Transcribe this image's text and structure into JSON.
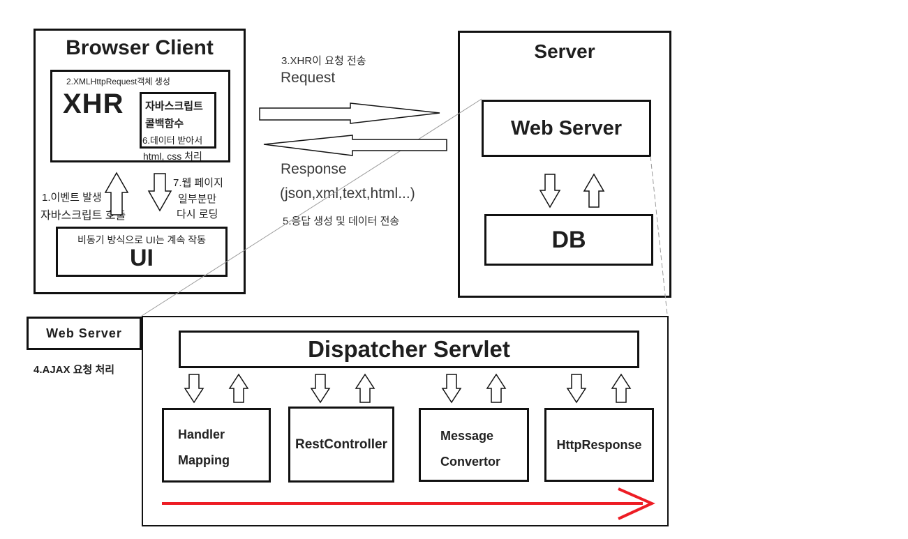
{
  "browser_client": {
    "title": "Browser Client",
    "xhr_caption": "2.XMLHttpRequest객체 생성",
    "xhr_label": "XHR",
    "callback_line1": "자바스크립트",
    "callback_line2": "콜백함수",
    "callback_line3": "6.데이터 받아서",
    "xhr_footer": "html, css 처리",
    "event_line1": "1.이벤트 발생",
    "event_line2": "자바스크립트 호출",
    "reload_line1": "7.웹 페이지",
    "reload_line2": "일부분만",
    "reload_line3": "다시 로딩",
    "ui_caption": "비동기 방식으로 UI는 계속 작동",
    "ui_label": "UI"
  },
  "flow": {
    "step3": "3.XHR이 요청 전송",
    "request": "Request",
    "response": "Response",
    "formats": "(json,xml,text,html...)",
    "step5": "5.응답 생성 및 데이터 전송"
  },
  "server": {
    "title": "Server",
    "web_server": "Web Server",
    "db": "DB"
  },
  "servlet": {
    "web_server": "Web Server",
    "step4": "4.AJAX 요청 처리",
    "dispatcher": "Dispatcher Servlet",
    "handlers": [
      {
        "lines": [
          "Handler",
          "Mapping"
        ]
      },
      {
        "lines": [
          "RestController"
        ]
      },
      {
        "lines": [
          "Message",
          "Convertor"
        ]
      },
      {
        "lines": [
          "HttpResponse"
        ]
      }
    ]
  },
  "icons": {
    "request_arrow": "block-arrow-right",
    "response_arrow": "block-arrow-left",
    "event_arrow": "block-arrow-up",
    "reload_arrow": "block-arrow-down",
    "flow_arrow": "red-arrow-right"
  },
  "colors": {
    "ink": "#111111",
    "red_arrow": "#ed1c24",
    "connector": "#9a9a9a"
  }
}
